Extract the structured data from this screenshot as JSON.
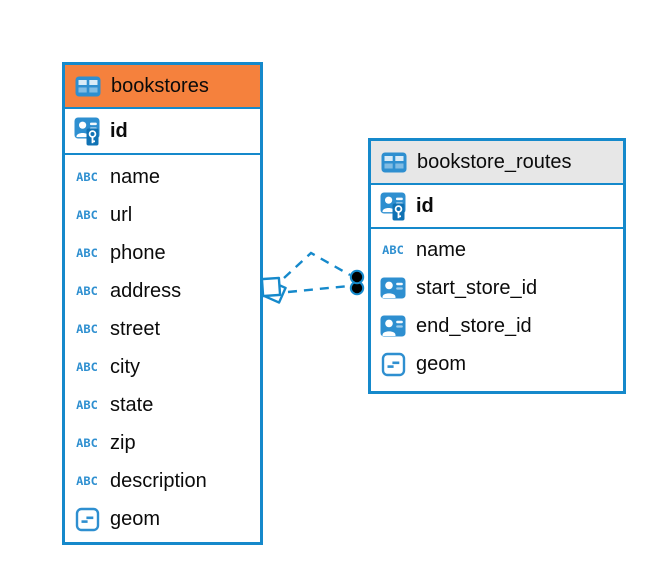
{
  "diagram": {
    "background": "#ffffff",
    "colors": {
      "accent": "#1589CB",
      "table_border": "#1589CB",
      "bookstores_header": "#F5813D",
      "routes_header": "#E7E7E7",
      "text": "#0B0B0B",
      "icon_blue": "#2E8FD0",
      "relationship_line": "#1589CB",
      "endpoint_dot": "#000000"
    }
  },
  "icons": {
    "text_type_glyph": "ABC"
  },
  "tables": [
    {
      "name": "bookstores",
      "header_style": "orange",
      "primary_key": {
        "name": "id",
        "type_icon": "primary-key-icon"
      },
      "columns": [
        {
          "name": "name",
          "type_icon": "text-type-icon"
        },
        {
          "name": "url",
          "type_icon": "text-type-icon"
        },
        {
          "name": "phone",
          "type_icon": "text-type-icon"
        },
        {
          "name": "address",
          "type_icon": "text-type-icon"
        },
        {
          "name": "street",
          "type_icon": "text-type-icon"
        },
        {
          "name": "city",
          "type_icon": "text-type-icon"
        },
        {
          "name": "state",
          "type_icon": "text-type-icon"
        },
        {
          "name": "zip",
          "type_icon": "text-type-icon"
        },
        {
          "name": "description",
          "type_icon": "text-type-icon"
        },
        {
          "name": "geom",
          "type_icon": "geometry-type-icon"
        }
      ]
    },
    {
      "name": "bookstore_routes",
      "header_style": "gray",
      "primary_key": {
        "name": "id",
        "type_icon": "primary-key-icon"
      },
      "columns": [
        {
          "name": "name",
          "type_icon": "text-type-icon"
        },
        {
          "name": "start_store_id",
          "type_icon": "reference-type-icon"
        },
        {
          "name": "end_store_id",
          "type_icon": "reference-type-icon"
        },
        {
          "name": "geom",
          "type_icon": "geometry-type-icon"
        }
      ]
    }
  ],
  "relationships": [
    {
      "from_table": "bookstores",
      "to_table": "bookstore_routes",
      "line_style": "dashed",
      "source_marker": "diamond",
      "target_marker": "dot"
    },
    {
      "from_table": "bookstores",
      "to_table": "bookstore_routes",
      "line_style": "dashed",
      "source_marker": "diamond",
      "target_marker": "dot"
    }
  ]
}
